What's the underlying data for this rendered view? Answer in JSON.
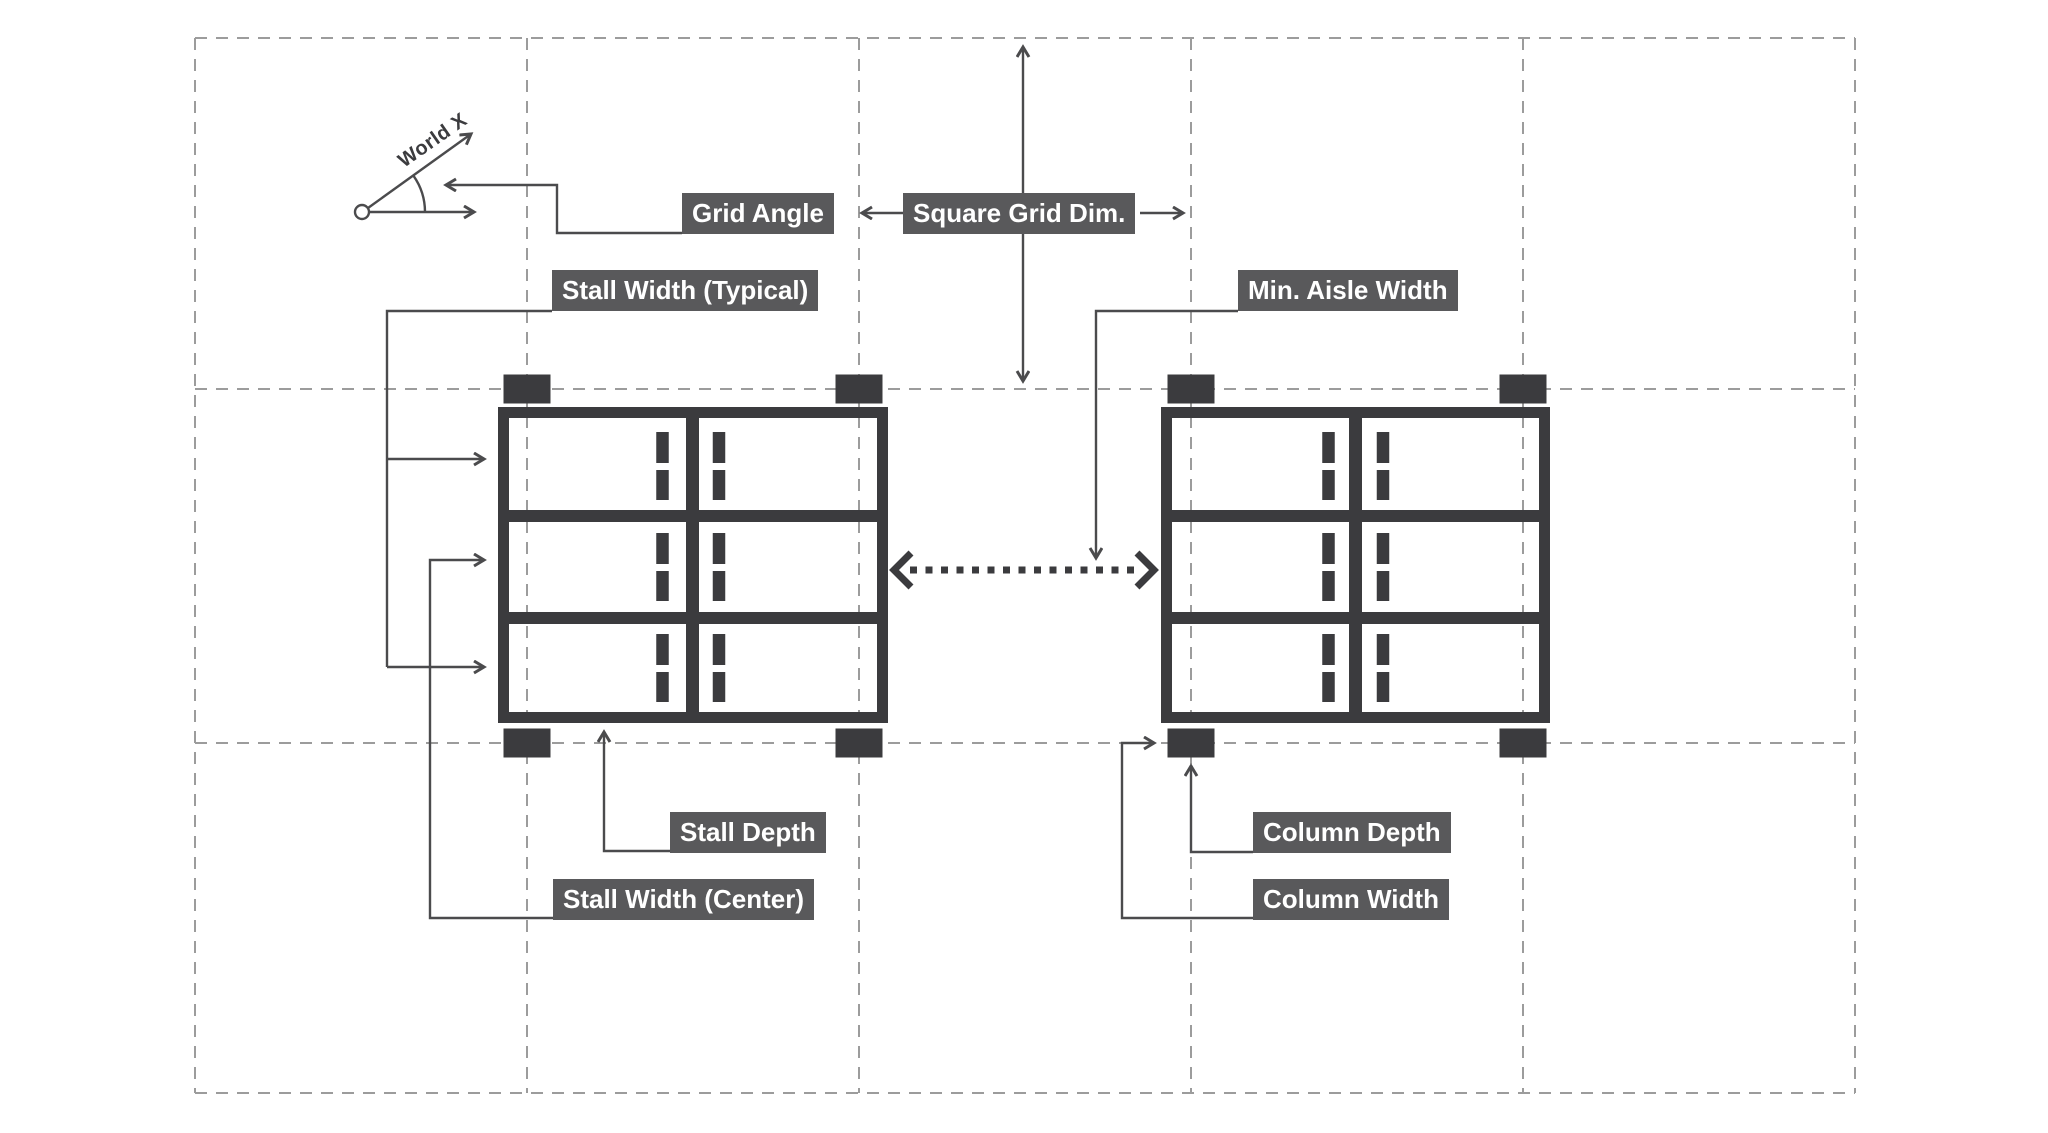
{
  "colors": {
    "background": "#ffffff",
    "ink": "#3b3b3e",
    "leader": "#4b4b4d",
    "grid": "#9c9c9c",
    "label_bg": "#59595b",
    "label_text": "#ffffff"
  },
  "labels": {
    "grid_angle": "Grid Angle",
    "square_grid_dim": "Square Grid Dim.",
    "stall_width_typical": "Stall Width (Typical)",
    "min_aisle_width": "Min. Aisle Width",
    "stall_depth": "Stall Depth",
    "stall_width_center": "Stall Width (Center)",
    "column_depth": "Column Depth",
    "column_width": "Column Width",
    "world_x": "World X"
  },
  "diagram": {
    "type": "parking-stall-grid-parameter-legend",
    "reference_grid": {
      "columns": 5,
      "rows": 3,
      "style": "dashed",
      "shape": "square cells"
    },
    "stall_blocks": {
      "count": 2,
      "stall_columns": 2,
      "stall_rows": 3,
      "corner_columns_per_block": 4
    }
  }
}
